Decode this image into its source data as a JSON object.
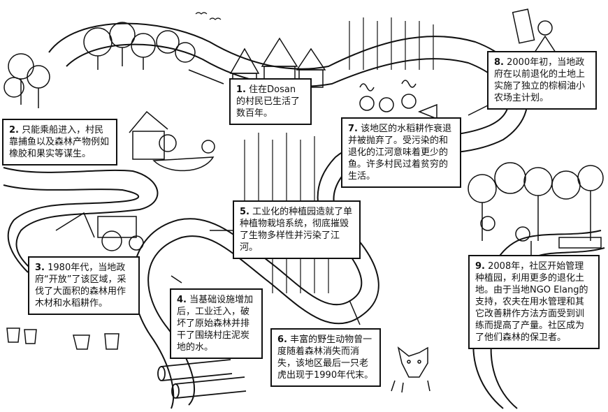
{
  "colors": {
    "ink": "#111111",
    "paper": "#ffffff"
  },
  "captions": [
    {
      "num": "1.",
      "text": "住在Dosan的村民已生活了数百年。"
    },
    {
      "num": "2.",
      "text": "只能乘船进入，村民靠捕鱼以及森林产物例如橡胶和果实等谋生。"
    },
    {
      "num": "3.",
      "text": "1980年代，当地政府“开放”了该区域，采伐了大面积的森林用作木材和水稻耕作。"
    },
    {
      "num": "4.",
      "text": "当基础设施增加后，工业迁入，破坏了原始森林并排干了围绕村庄泥炭地的水。"
    },
    {
      "num": "5.",
      "text": "工业化的种植园造就了单种植物栽培系统，彻底摧毁了生物多样性并污染了江河。"
    },
    {
      "num": "6.",
      "text": "丰富的野生动物曾一度随着森林消失而消失，该地区最后一只老虎出现于1990年代末。"
    },
    {
      "num": "7.",
      "text": "该地区的水稻耕作衰退并被抛弃了。受污染的和退化的江河意味着更少的鱼。许多村民过着贫穷的生活。"
    },
    {
      "num": "8.",
      "text": "2000年初，当地政府在以前退化的土地上实施了独立的棕榈油小农场主计划。"
    },
    {
      "num": "9.",
      "text": "2008年，社区开始管理种植园，利用更多的退化土地。由于当地NGO Elang的支持，农夫在用水管理和其它改善耕作方法方面受到训练而提高了产量。社区成为了他们森林的保卫者。"
    }
  ],
  "icons": [
    "forest-icon",
    "village-houses-icon",
    "boat-family-icon",
    "tractor-icon",
    "logs-icon",
    "tiger-icon",
    "poisoned-fish-icon",
    "official-sign-icon",
    "villagers-icon",
    "palm-plantation-icon",
    "tree-stumps-icon"
  ]
}
